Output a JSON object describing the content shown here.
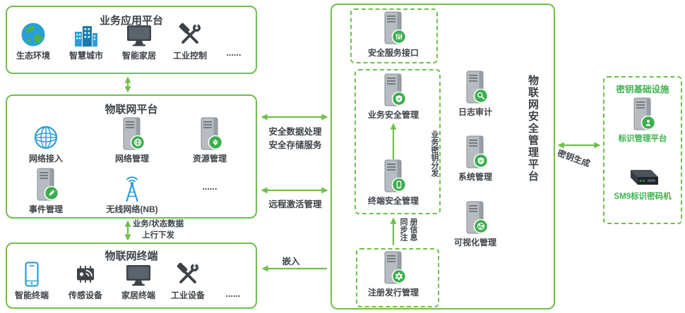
{
  "app_box": {
    "title": "业务应用平台",
    "items": [
      "生态环境",
      "智慧城市",
      "智能家居",
      "工业控制"
    ],
    "more": "......"
  },
  "iot_box": {
    "title": "物联网平台",
    "items": [
      "网络接入",
      "网络管理",
      "资源管理",
      "事件管理",
      "无线网络(NB)"
    ],
    "more": "......"
  },
  "terminal_box": {
    "title": "物联网终端",
    "items": [
      "智能终端",
      "传感设备",
      "家居终端",
      "工业设备"
    ],
    "more": "......"
  },
  "security_box": {
    "vertical_title": "物联网安全管理平台",
    "service_interface": "安全服务接口",
    "business_security": "业务安全管理",
    "terminal_security": "终端安全管理",
    "log_audit": "日志审计",
    "system_mgmt": "系统管理",
    "visual_mgmt": "可视化管理",
    "register_mgmt": "注册发行管理"
  },
  "key_box": {
    "title": "密钥基础设施",
    "identity_platform": "标识管理平台",
    "sm9_machine": "SM9标识密码机"
  },
  "arrows": {
    "secure_data": "安全数据处理",
    "secure_storage": "安全存储服务",
    "remote_activation": "远程激活管理",
    "biz_status_data": "业务/状态数据",
    "updown": "上行下发",
    "embed": "嵌入",
    "key_generation": "密钥生成",
    "sync_register": "同步注册信息",
    "business_key": "业务密钥分发"
  },
  "colors": {
    "green_border": "#6fbf4a",
    "badge_green": "#3aaf4c",
    "green_text": "#3cb24c",
    "dark_text": "#3d4349",
    "blue_icon": "#2a9fd6"
  },
  "icon_names": [
    "eco-globe-icon",
    "city-buildings-icon",
    "smart-home-tv-icon",
    "industrial-tools-icon",
    "network-globe-icon",
    "server-network-icon",
    "server-resource-icon",
    "server-event-icon",
    "antenna-nb-icon",
    "smartphone-icon",
    "sensor-chip-icon",
    "home-tv-icon",
    "industrial-equipment-icon",
    "server-service-interface-icon",
    "server-business-security-icon",
    "server-terminal-security-icon",
    "server-log-audit-icon",
    "server-system-icon",
    "server-visualization-icon",
    "server-register-icon",
    "server-identity-icon",
    "sm9-crypto-machine-icon"
  ]
}
